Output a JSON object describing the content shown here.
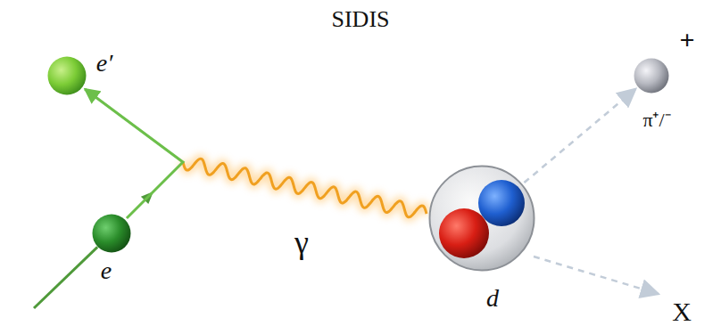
{
  "diagram": {
    "title": "SIDIS",
    "nodes": [
      {
        "text": [
          "e′"
        ]
      },
      {
        "text": [
          "e"
        ]
      },
      {
        "text": [
          "d"
        ]
      },
      {
        "text": [
          "+",
          "π⁺/⁻"
        ]
      }
    ],
    "edges": [
      {
        "from": 1,
        "to": 0,
        "arrow": "to"
      },
      {
        "from": 2,
        "to": 3,
        "arrow": "to"
      }
    ],
    "labels": [
      "γ",
      "X"
    ]
  }
}
